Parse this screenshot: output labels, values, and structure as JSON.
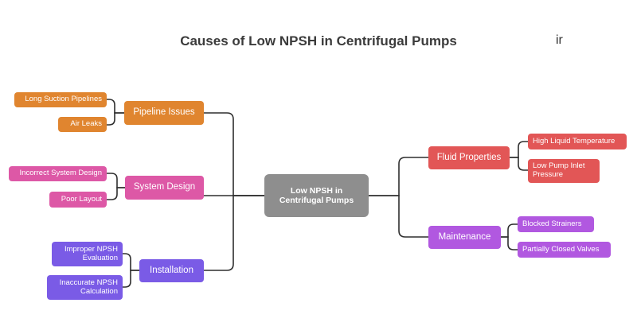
{
  "title": "Causes of Low NPSH in Centrifugal Pumps",
  "corner_mark": "ir",
  "root": {
    "label": "Low NPSH in\nCentrifugal Pumps",
    "color": "#8e8e8e"
  },
  "branches": [
    {
      "label": "Pipeline Issues",
      "color": "#e0852f",
      "children": [
        "Long Suction Pipelines",
        "Air Leaks"
      ]
    },
    {
      "label": "System Design",
      "color": "#dd58a6",
      "children": [
        "Incorrect System Design",
        "Poor Layout"
      ]
    },
    {
      "label": "Installation",
      "color": "#7a5be6",
      "children": [
        "Improper NPSH\nEvaluation",
        "Inaccurate NPSH\nCalculation"
      ]
    },
    {
      "label": "Fluid Properties",
      "color": "#e25656",
      "children": [
        "High Liquid Temperature",
        "Low Pump Inlet\nPressure"
      ]
    },
    {
      "label": "Maintenance",
      "color": "#b158e0",
      "children": [
        "Blocked Strainers",
        "Partially Closed Valves"
      ]
    }
  ]
}
